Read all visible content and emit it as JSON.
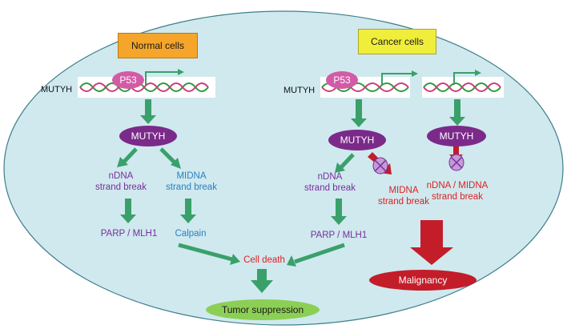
{
  "boxes": {
    "normal": "Normal cells",
    "cancer": "Cancer cells"
  },
  "gene": "MUTYH",
  "p53": "P53",
  "protein": "MUTYH",
  "normal": {
    "ndna_line1": "nDNA",
    "ndna_line2": "strand break",
    "midna_line1": "MIDNA",
    "midna_line2": "strand break",
    "parp": "PARP / MLH1",
    "calpain": "Calpain"
  },
  "cancer_p53": {
    "ndna_line1": "nDNA",
    "ndna_line2": "strand break",
    "midna_line1": "MIDNA",
    "midna_line2": "strand break",
    "parp": "PARP / MLH1"
  },
  "cancer_no_p53": {
    "line1": "nDNA / MIDNA",
    "line2": "strand break"
  },
  "outcomes": {
    "cell_death": "Cell death",
    "tumor": "Tumor suppression",
    "malignancy": "Malignancy"
  },
  "colors": {
    "cell_bg": "#cfe9ef",
    "cell_border": "#3f7d8a",
    "arrow": "#3aa06a",
    "red": "#e02020",
    "purple": "#7a2e9a",
    "blue": "#2b7fc1",
    "mutyh_oval": "#7b2a8a",
    "p53_oval": "#d35ba6",
    "tumor_oval": "#8ccf55",
    "malig_oval": "#c31d2a",
    "normal_box": "#f5a52a",
    "cancer_box": "#f1ee3b"
  }
}
